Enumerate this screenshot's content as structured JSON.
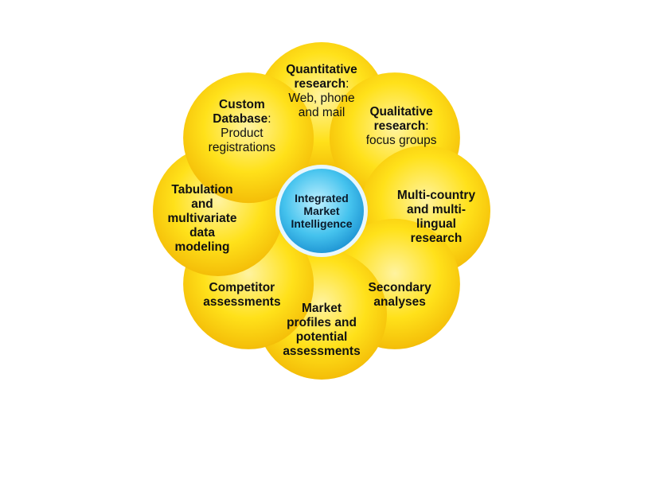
{
  "center": {
    "lines": [
      "Integrated",
      "Market",
      "Intelligence"
    ]
  },
  "petals": [
    {
      "id": "quantitative",
      "bold_lines": [
        "Quantitative",
        "research"
      ],
      "suffix": ":",
      "detail_lines": [
        "Web, phone",
        "and mail"
      ]
    },
    {
      "id": "qualitative",
      "bold_lines": [
        "Qualitative",
        "research"
      ],
      "suffix": ":",
      "detail_lines": [
        "focus groups"
      ]
    },
    {
      "id": "multi-country",
      "bold_lines": [
        "Multi-country",
        "and multi-",
        "lingual",
        "research"
      ],
      "suffix": "",
      "detail_lines": []
    },
    {
      "id": "secondary",
      "bold_lines": [
        "Secondary",
        "analyses"
      ],
      "suffix": "",
      "detail_lines": []
    },
    {
      "id": "market-profiles",
      "bold_lines": [
        "Market",
        "profiles and",
        "potential",
        "assessments"
      ],
      "suffix": "",
      "detail_lines": []
    },
    {
      "id": "competitor",
      "bold_lines": [
        "Competitor",
        "assessments"
      ],
      "suffix": "",
      "detail_lines": []
    },
    {
      "id": "tabulation",
      "bold_lines": [
        "Tabulation",
        "and",
        "multivariate",
        "data",
        "modeling"
      ],
      "suffix": "",
      "detail_lines": []
    },
    {
      "id": "custom-database",
      "bold_lines": [
        "Custom",
        "Database"
      ],
      "suffix": ":",
      "detail_lines": [
        "Product",
        "registrations"
      ]
    }
  ],
  "colors": {
    "petal_light": "#fff3a0",
    "petal_mid": "#ffe11a",
    "petal_dark": "#f2b705",
    "hub_light": "#bff0ff",
    "hub_mid": "#45c3ee",
    "hub_dark": "#1a8fd0",
    "hub_ring": "#e8f7ff"
  }
}
